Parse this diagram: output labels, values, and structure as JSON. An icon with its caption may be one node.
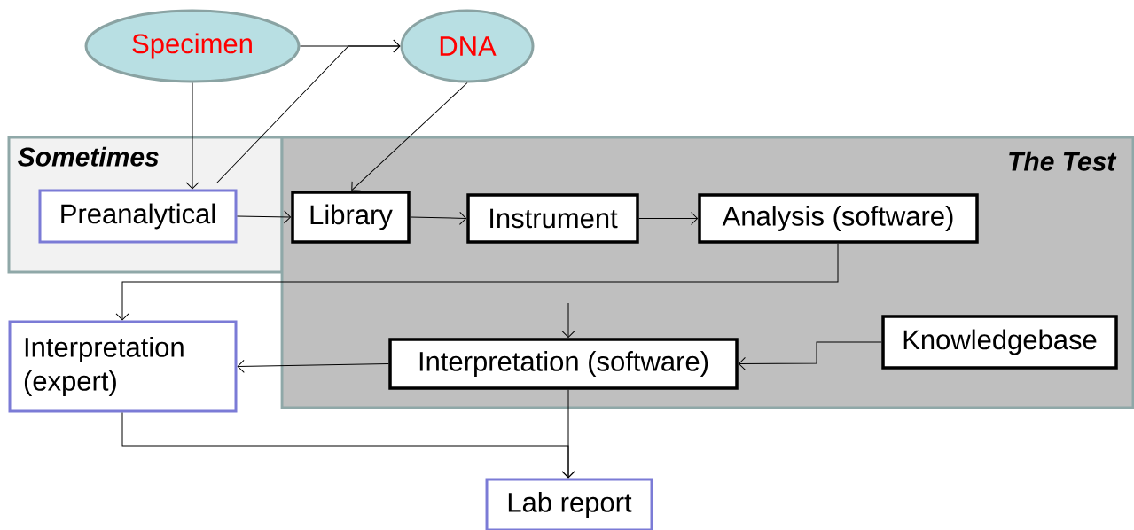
{
  "diagram": {
    "nodes": [
      {
        "text": [
          "Sometimes"
        ]
      },
      {
        "text": [
          "The Test"
        ]
      },
      {
        "text": [
          "Specimen"
        ]
      },
      {
        "text": [
          "DNA"
        ]
      },
      {
        "text": [
          "Preanalytical"
        ],
        "in": 0
      },
      {
        "text": [
          "Library"
        ],
        "in": 1
      },
      {
        "text": [
          "Instrument"
        ],
        "in": 1
      },
      {
        "text": [
          "Analysis (software)"
        ],
        "in": 1
      },
      {
        "text": [
          "Interpretation (software)"
        ],
        "in": 1
      },
      {
        "text": [
          "Knowledgebase"
        ],
        "in": 1
      },
      {
        "text": [
          "Interpretation (expert)"
        ]
      },
      {
        "text": [
          "Lab report"
        ]
      }
    ],
    "edges": [
      {
        "from": 2,
        "to": 3,
        "arrow": "to"
      },
      {
        "from": 2,
        "to": 4,
        "arrow": "to"
      },
      {
        "from": 4,
        "to": 3,
        "arrow": "to"
      },
      {
        "from": 3,
        "to": 5,
        "arrow": "to"
      },
      {
        "from": 4,
        "to": 5,
        "arrow": "to"
      },
      {
        "from": 5,
        "to": 6,
        "arrow": "to"
      },
      {
        "from": 6,
        "to": 7,
        "arrow": "to"
      },
      {
        "from": 7,
        "to": 10,
        "arrow": "to"
      },
      {
        "from": null,
        "to": 8,
        "arrow": "to"
      },
      {
        "from": 9,
        "to": 8,
        "arrow": "to"
      },
      {
        "from": 8,
        "to": 10,
        "arrow": "to"
      },
      {
        "from": 8,
        "to": 11,
        "arrow": "to"
      },
      {
        "from": 10,
        "to": 11,
        "arrow": "to"
      }
    ]
  }
}
